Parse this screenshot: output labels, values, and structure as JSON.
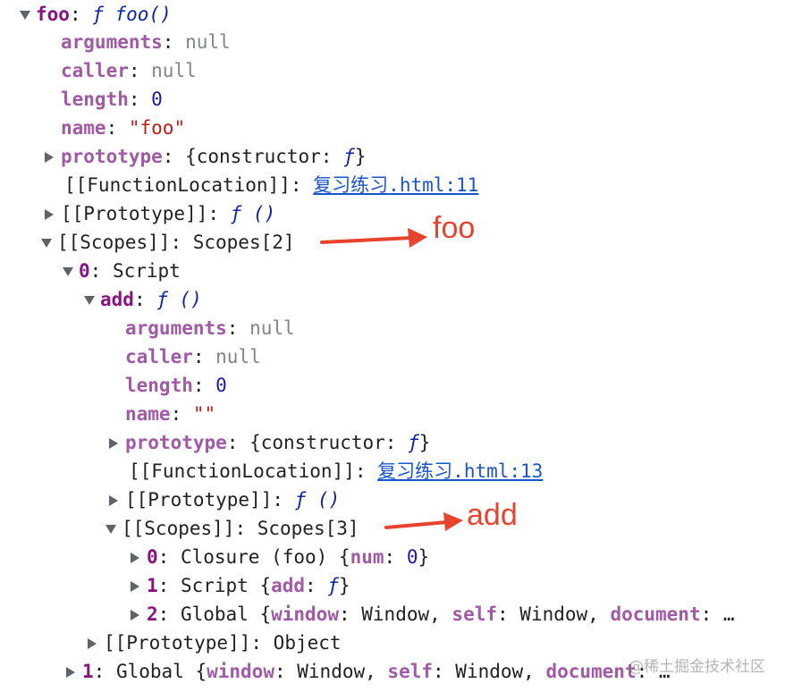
{
  "rows": {
    "r0": {
      "key": "foo",
      "sep": ": ",
      "val": "ƒ foo()"
    },
    "r1": {
      "key": "arguments",
      "sep": ": ",
      "val": "null"
    },
    "r2": {
      "key": "caller",
      "sep": ": ",
      "val": "null"
    },
    "r3": {
      "key": "length",
      "sep": ": ",
      "val": "0"
    },
    "r4": {
      "key": "name",
      "sep": ": ",
      "val": "\"foo\""
    },
    "r5": {
      "key": "prototype",
      "sep": ": ",
      "val": "{constructor: ",
      "val2": "ƒ",
      "val3": "}"
    },
    "r6": {
      "key": "[[FunctionLocation]]",
      "sep": ": ",
      "link": "复习练习.html:11"
    },
    "r7": {
      "key": "[[Prototype]]",
      "sep": ": ",
      "val": "ƒ ()"
    },
    "r8": {
      "key": "[[Scopes]]",
      "sep": ": ",
      "val": "Scopes[2]"
    },
    "r9": {
      "key": "0",
      "sep": ": ",
      "val": "Script"
    },
    "r10": {
      "key": "add",
      "sep": ": ",
      "val": "ƒ ()"
    },
    "r11": {
      "key": "arguments",
      "sep": ": ",
      "val": "null"
    },
    "r12": {
      "key": "caller",
      "sep": ": ",
      "val": "null"
    },
    "r13": {
      "key": "length",
      "sep": ": ",
      "val": "0"
    },
    "r14": {
      "key": "name",
      "sep": ": ",
      "val": "\"\""
    },
    "r15": {
      "key": "prototype",
      "sep": ": ",
      "val": "{constructor: ",
      "val2": "ƒ",
      "val3": "}"
    },
    "r16": {
      "key": "[[FunctionLocation]]",
      "sep": ": ",
      "link": "复习练习.html:13"
    },
    "r17": {
      "key": "[[Prototype]]",
      "sep": ": ",
      "val": "ƒ ()"
    },
    "r18": {
      "key": "[[Scopes]]",
      "sep": ": ",
      "val": "Scopes[3]"
    },
    "r19": {
      "key": "0",
      "sep": ": ",
      "val": "Closure (foo) {",
      "k2": "num",
      "v2": "0",
      "end": "}"
    },
    "r20": {
      "key": "1",
      "sep": ": ",
      "val": "Script {",
      "k2": "add",
      "v2": "ƒ",
      "end": "}"
    },
    "r21": {
      "key": "2",
      "sep": ": ",
      "val": "Global {",
      "k2": "window",
      "v2": "Window, ",
      "k3": "self",
      "v3": "Window, ",
      "k4": "document",
      "v4": ": …"
    },
    "r22": {
      "key": "[[Prototype]]",
      "sep": ": ",
      "val": "Object"
    },
    "r23": {
      "key": "1",
      "sep": ": ",
      "val": "Global {",
      "k2": "window",
      "v2": "Window, ",
      "k3": "self",
      "v3": "Window, ",
      "k4": "document",
      "v4": ": …"
    }
  },
  "annotations": {
    "foo_label": "foo",
    "add_label": "add"
  },
  "watermark": "@稀土掘金技术社区",
  "colors": {
    "key": "#881280",
    "null": "#80868b",
    "number": "#1a1aa6",
    "string": "#c41a16",
    "link": "#1a55c9",
    "annotation": "#e8432e"
  },
  "icons": {
    "expanded": "triangle-down-icon",
    "collapsed": "triangle-right-icon"
  }
}
